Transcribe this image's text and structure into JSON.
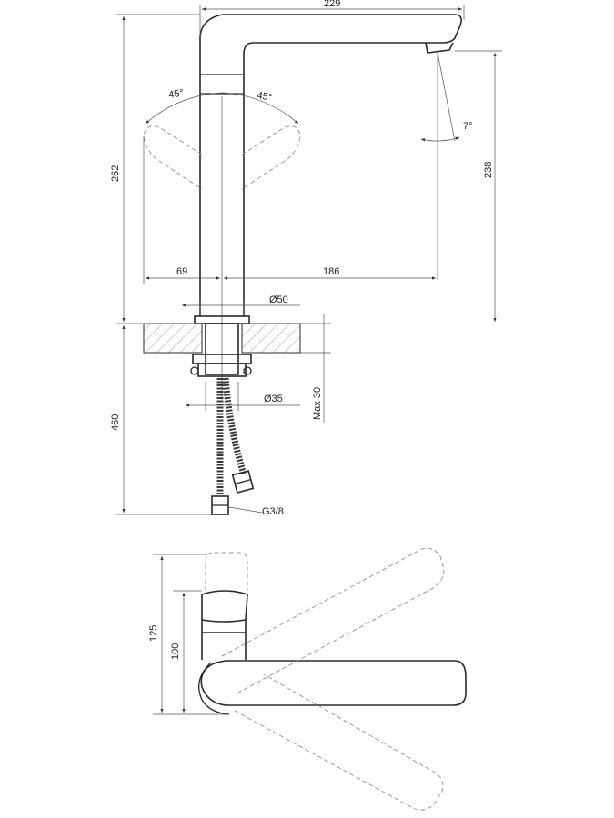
{
  "dimensions": {
    "spout_reach": "229",
    "total_height": "262",
    "spout_height": "238",
    "rotation_left": "45°",
    "rotation_right": "45°",
    "spout_tilt": "7°",
    "rear_offset": "69",
    "front_offset": "186",
    "body_diameter": "Ø50",
    "hole_diameter": "Ø35",
    "max_counter_thickness": "Max 30",
    "hose_length": "460",
    "thread": "G3/8",
    "handle_height": "125",
    "lever_height": "100"
  }
}
